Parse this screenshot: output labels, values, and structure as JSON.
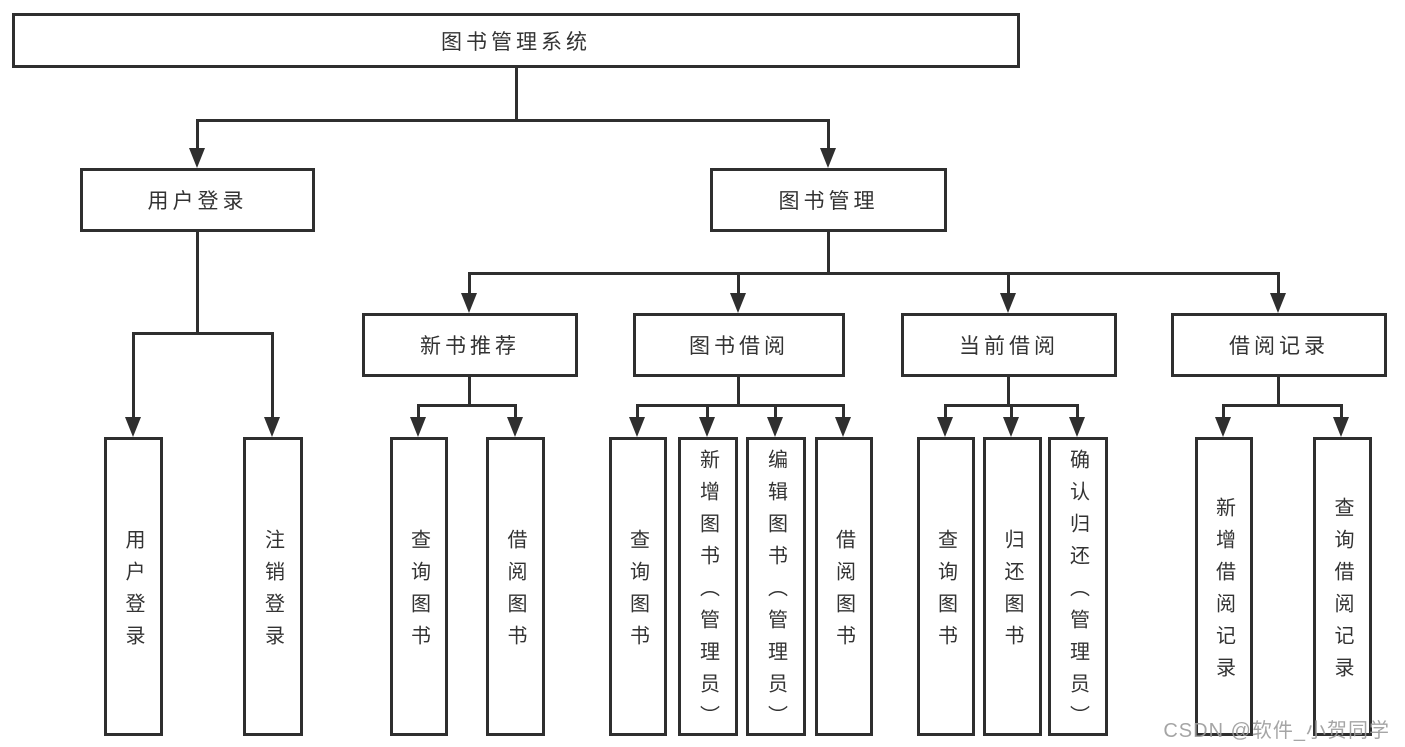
{
  "diagram": {
    "root": "图书管理系统",
    "level2": [
      "用户登录",
      "图书管理"
    ],
    "level3": [
      "新书推荐",
      "图书借阅",
      "当前借阅",
      "借阅记录"
    ],
    "leaves": {
      "login": [
        "用户登录",
        "注销登录"
      ],
      "recommend": [
        "查询图书",
        "借阅图书"
      ],
      "borrow": [
        "查询图书",
        "新增图书（管理员）",
        "编辑图书（管理员）",
        "借阅图书"
      ],
      "current": [
        "查询图书",
        "归还图书",
        "确认归还（管理员）"
      ],
      "records": [
        "新增借阅记录",
        "查询借阅记录"
      ]
    }
  },
  "watermark": "CSDN @软件_小贺同学",
  "colors": {
    "line": "#2f2f2f",
    "text": "#333333",
    "watermark": "#9c9c9c",
    "background": "#ffffff"
  }
}
